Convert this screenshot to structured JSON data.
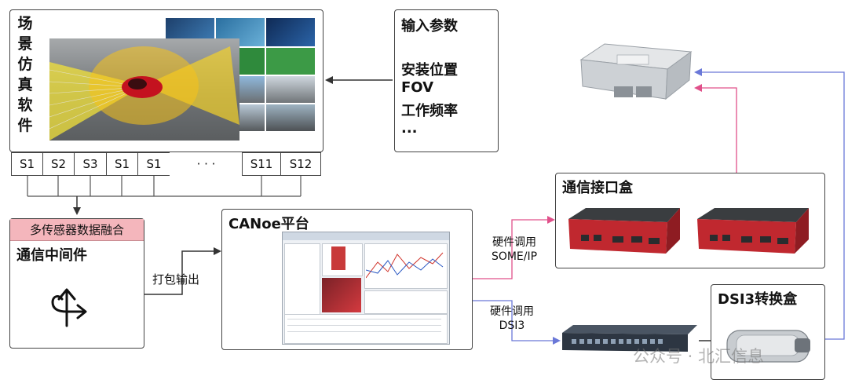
{
  "scenario": {
    "title_chars": [
      "场",
      "景",
      "仿",
      "真",
      "软",
      "件"
    ]
  },
  "sensors": [
    "S1",
    "S2",
    "S3",
    "S1",
    "S1",
    "· · ·",
    "S11",
    "S12"
  ],
  "params": {
    "title": "输入参数",
    "items": [
      "安装位置",
      "FOV",
      "工作频率",
      "..."
    ]
  },
  "fusion": {
    "tag": "多传感器数据融合",
    "title": "通信中间件",
    "icon": "split-route-icon"
  },
  "edges": {
    "pack_output": "打包输出",
    "someip_line1": "硬件调用",
    "someip_line2": "SOME/IP",
    "dsi3_line1": "硬件调用",
    "dsi3_line2": "DSI3"
  },
  "canoe": {
    "title": "CANoe平台"
  },
  "comm_box": {
    "title": "通信接口盒"
  },
  "dsi3_box": {
    "title": "DSI3转换盒"
  },
  "watermark": "公众号 · 北汇信息",
  "colors": {
    "pink_arrow": "#e0508a",
    "blue_arrow": "#6a78d8",
    "tag_bg": "#f4b6bc",
    "device_red": "#c0282f"
  }
}
